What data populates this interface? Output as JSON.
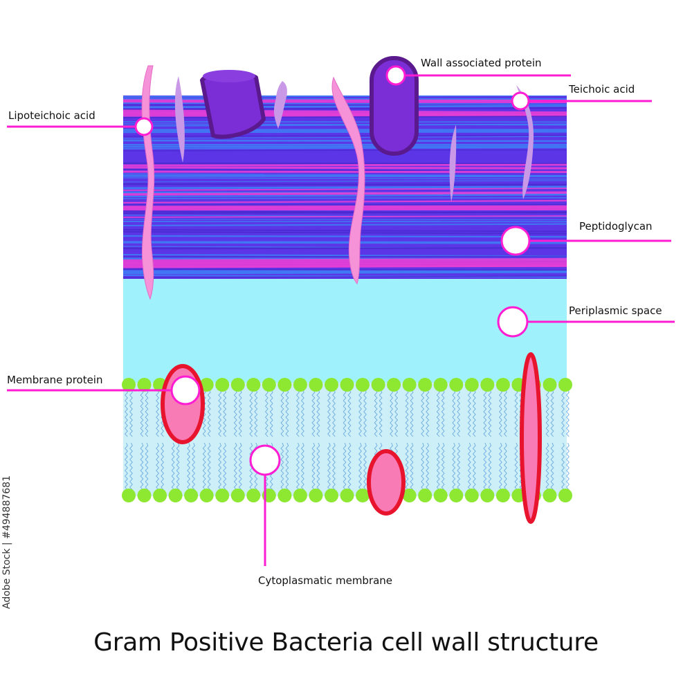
{
  "title": "Gram Positive Bacteria cell wall structure",
  "stock_id": "Adobe Stock | #494887681",
  "labels": {
    "lipoteichoic_acid": "Lipoteichoic acid",
    "wall_associated_protein": "Wall associated protein",
    "teichoic_acid": "Teichoic acid",
    "peptidoglycan": "Peptidoglycan",
    "periplasmic_space": "Periplasmic space",
    "membrane_protein": "Membrane protein",
    "cytoplasmatic_membrane": "Cytoplasmatic membrane"
  },
  "colors": {
    "peptidoglycan_base": "#5b35e6",
    "peptidoglycan_pink": "#e63fd6",
    "peptidoglycan_blue": "#3f7cf5",
    "periplasm": "#9ff2fb",
    "membrane_bg": "#cdeff7",
    "lipid_head": "#8ee832",
    "lipid_tail": "#6aa8e0",
    "protein_outline": "#e8142d",
    "protein_fill": "#f87bb5",
    "wall_protein": "#7b2ed6",
    "wall_protein_edge": "#5a1a8e",
    "acid_fill": "#f592d8",
    "acid_light": "#c999e8",
    "leader": "#ff1cd2"
  }
}
